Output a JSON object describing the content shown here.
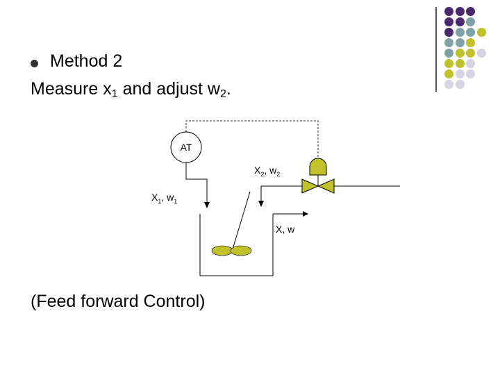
{
  "slide": {
    "title_line1": "Method 2",
    "line2": {
      "pre": "Measure x",
      "sub1": "1",
      "mid": " and adjust w",
      "sub2": "2",
      "post": "."
    },
    "caption": "(Feed forward Control)"
  },
  "diagram": {
    "analyzer_label": "AT",
    "stream2": {
      "x": "X",
      "x_sub": "2",
      "sep": ", w",
      "w_sub": "2"
    },
    "stream1": {
      "x": "X",
      "x_sub": "1",
      "sep": ", w",
      "w_sub": "1"
    },
    "outlet": "X, w"
  },
  "colors": {
    "purple": "#4b2a6b",
    "teal": "#7fa3a4",
    "olive": "#c1c12c",
    "lavender": "#d6d3e3"
  }
}
